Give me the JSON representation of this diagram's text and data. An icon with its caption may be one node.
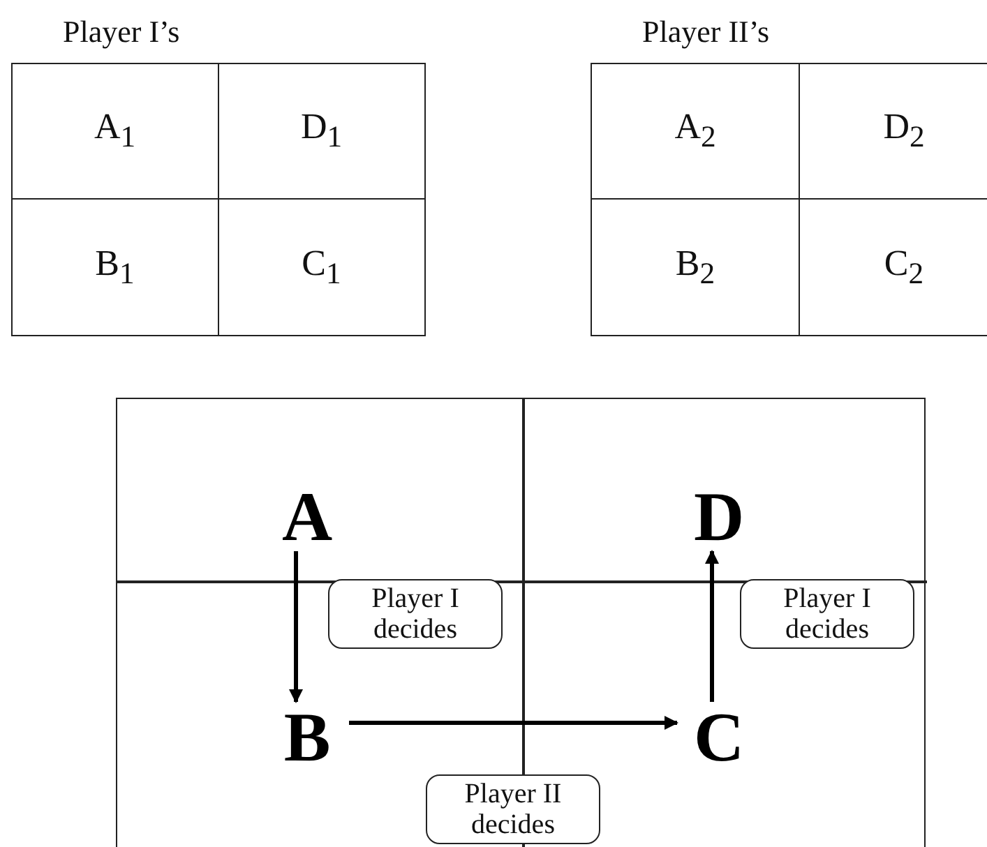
{
  "diagram": {
    "nodes": [
      {
        "text": [
          "A"
        ]
      },
      {
        "text": [
          "D"
        ]
      },
      {
        "text": [
          "B"
        ]
      },
      {
        "text": [
          "C"
        ]
      }
    ],
    "edges": [
      {
        "from": 0,
        "to": 2,
        "arrow": "to",
        "label": "Player I decides"
      },
      {
        "from": 2,
        "to": 3,
        "arrow": "to",
        "label": "Player II decides"
      },
      {
        "from": 3,
        "to": 1,
        "arrow": "to",
        "label": "Player I decides"
      }
    ],
    "labels": [
      "Player I’s",
      "A$_{1}$",
      "D$_{1}$",
      "B$_{1}$",
      "C$_{1}$",
      "Player II’s",
      "A$_{2}$",
      "D$_{2}$",
      "B$_{2}$",
      "C$_{2}$"
    ]
  }
}
